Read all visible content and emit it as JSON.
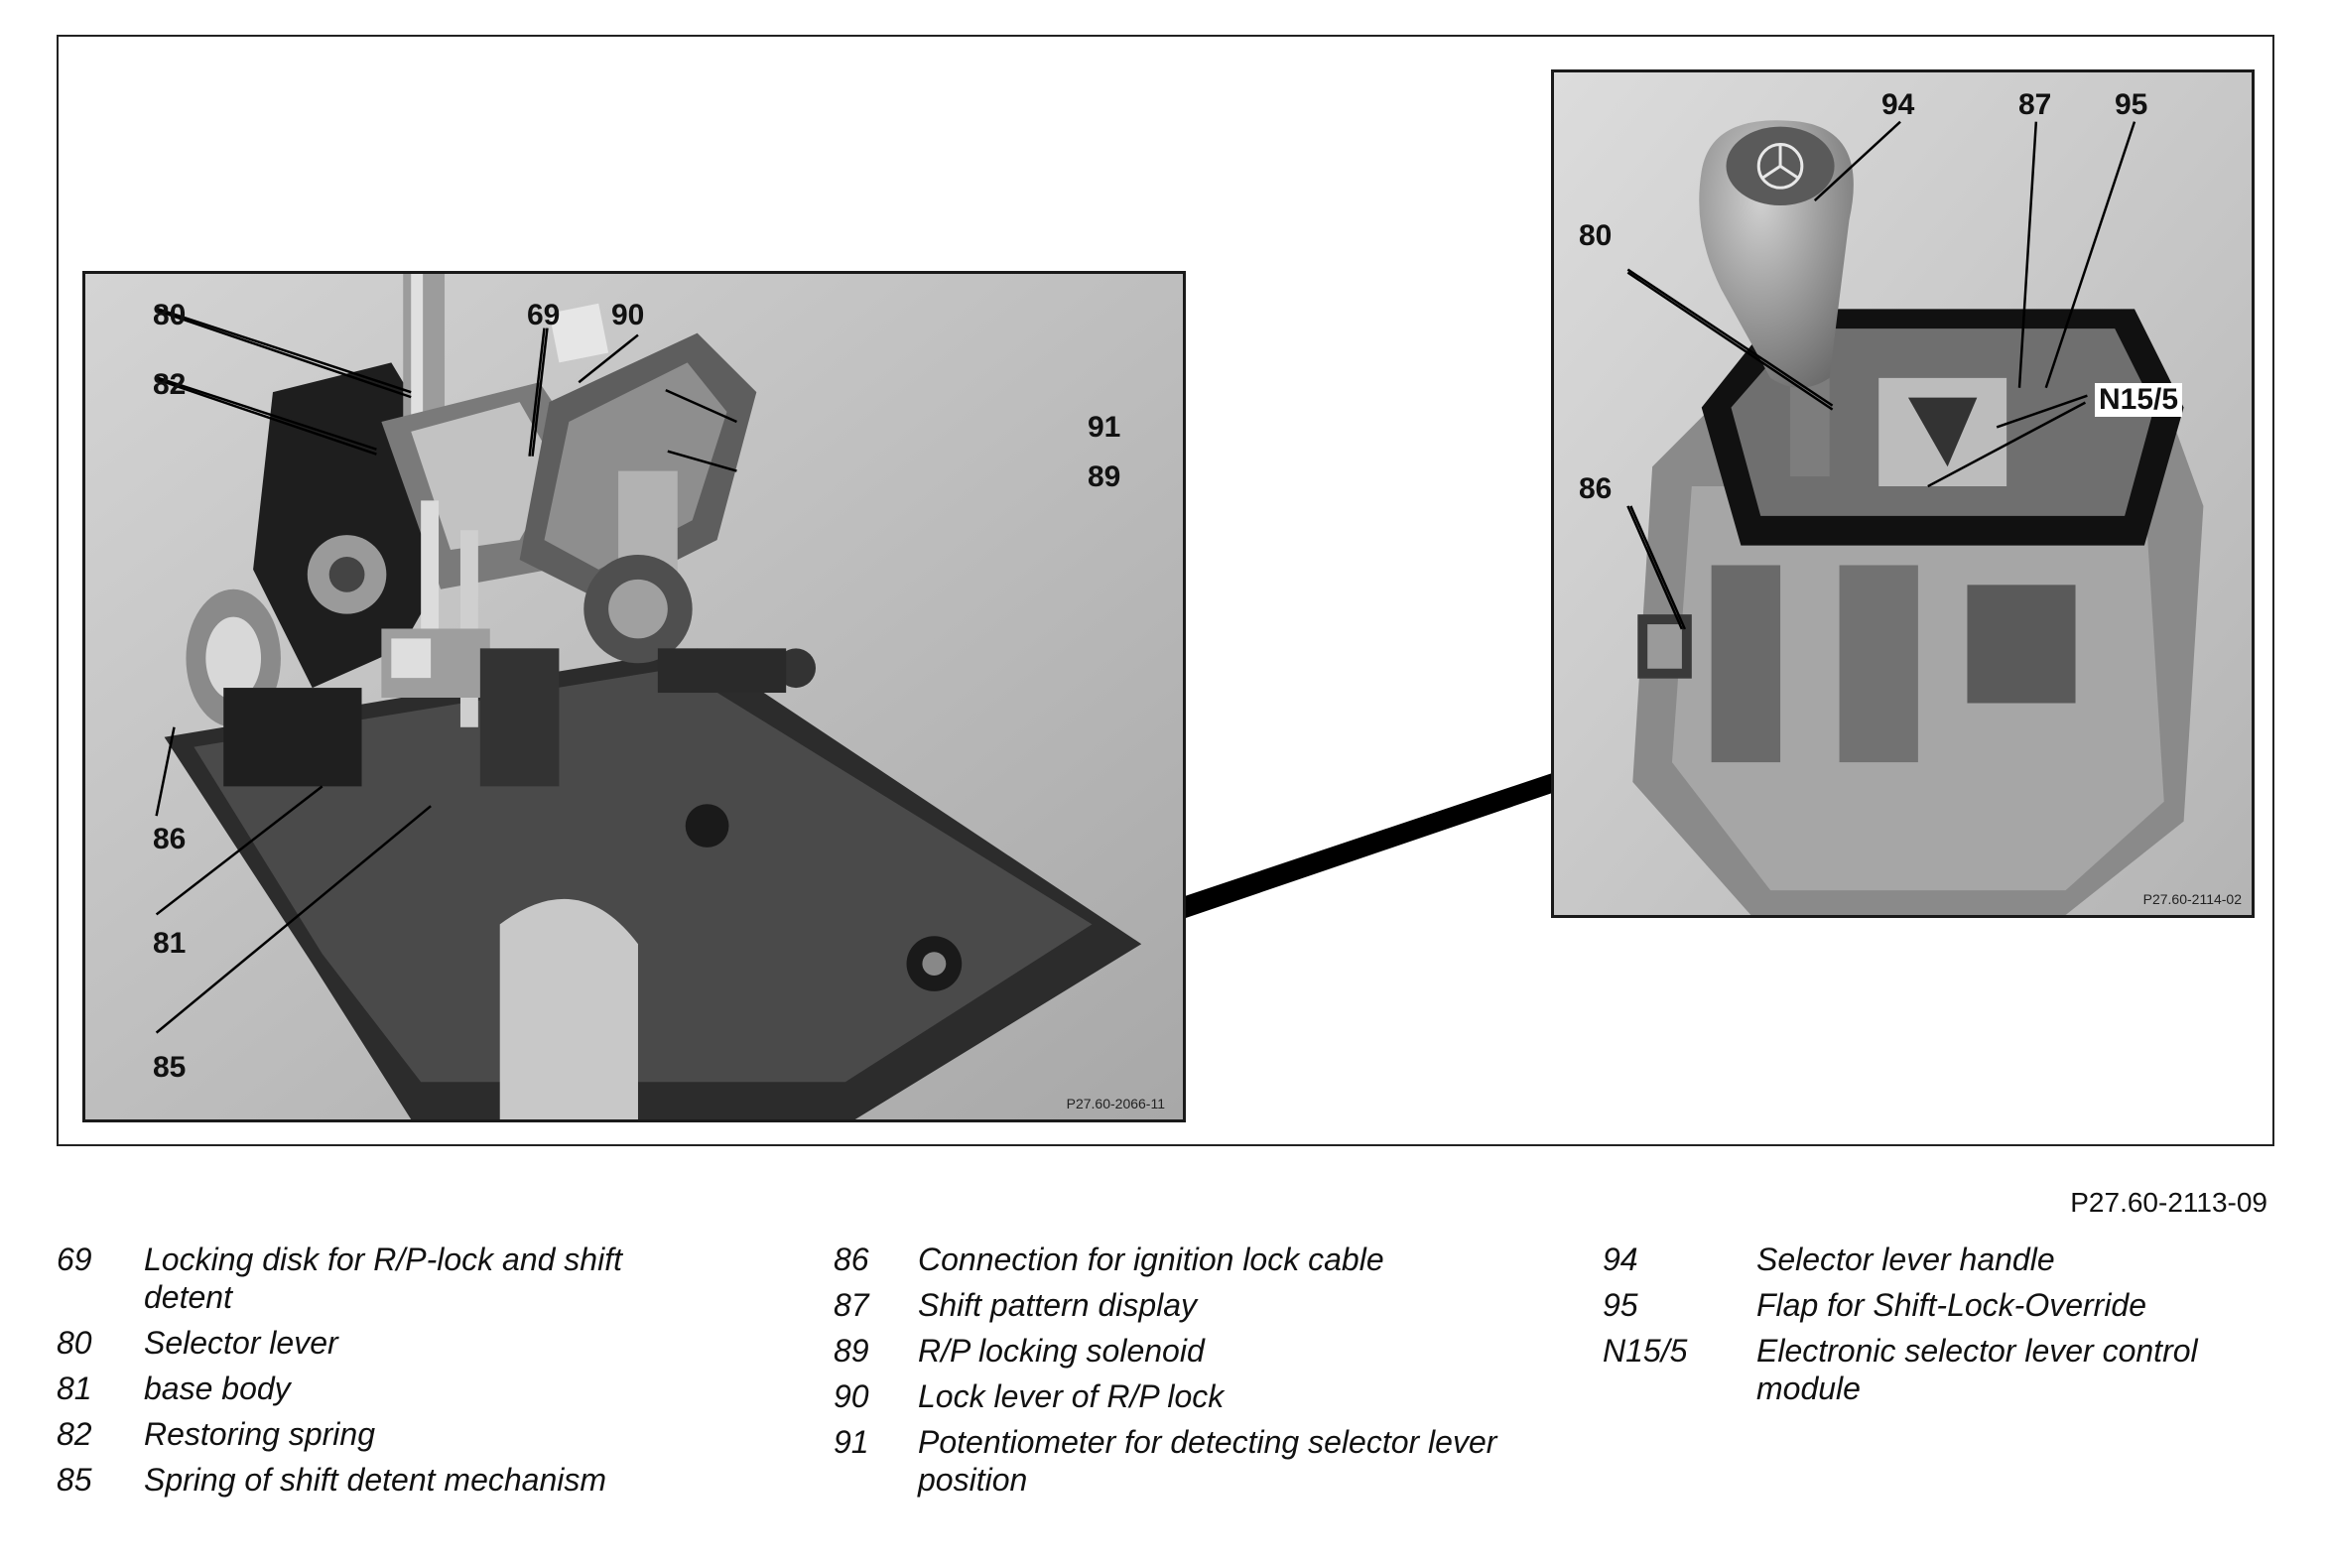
{
  "figure_code": "P27.60-2113-09",
  "left_photo": {
    "code": "P27.60-2066-11",
    "callouts": [
      "80",
      "69",
      "90",
      "82",
      "91",
      "89",
      "86",
      "81",
      "85"
    ]
  },
  "right_photo": {
    "code": "P27.60-2114-02",
    "callouts": [
      "94",
      "87",
      "95",
      "80",
      "N15/5",
      "86"
    ]
  },
  "legend": {
    "column1": [
      {
        "num": "69",
        "text": "Locking disk for R/P-lock and shift detent"
      },
      {
        "num": "80",
        "text": "Selector lever"
      },
      {
        "num": "81",
        "text": "base body"
      },
      {
        "num": "82",
        "text": "Restoring spring"
      },
      {
        "num": "85",
        "text": "Spring of shift detent mechanism"
      }
    ],
    "column2": [
      {
        "num": "86",
        "text": "Connection for ignition lock cable"
      },
      {
        "num": "87",
        "text": "Shift pattern display"
      },
      {
        "num": "89",
        "text": "R/P locking solenoid"
      },
      {
        "num": "90",
        "text": "Lock lever of R/P lock"
      },
      {
        "num": "91",
        "text": "Potentiometer for detecting selector lever position"
      }
    ],
    "column3": [
      {
        "num": "94",
        "text": "Selector lever handle"
      },
      {
        "num": "95",
        "text": "Flap for Shift-Lock-Override"
      },
      {
        "num": "N15/5",
        "text": "Electronic selector lever control module"
      }
    ]
  }
}
